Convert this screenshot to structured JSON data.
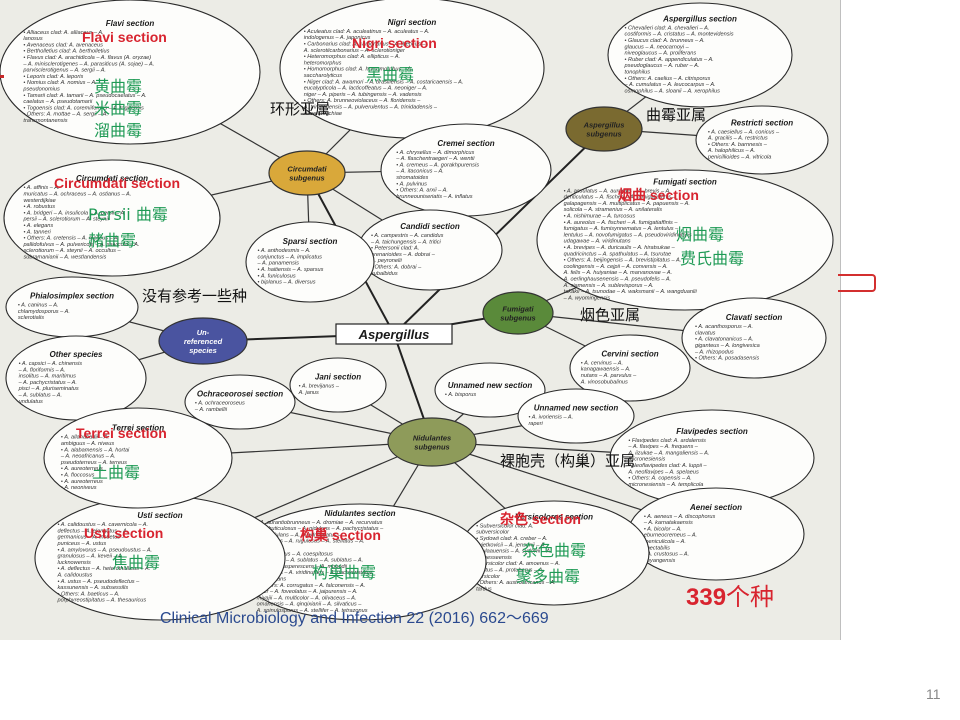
{
  "root": "Aspergillus",
  "hubs": {
    "circumdati": [
      "Circumdati",
      "subgenus"
    ],
    "aspergillus": [
      "Aspergillus",
      "subgenus"
    ],
    "fumigati": [
      "Fumigati",
      "subgenus"
    ],
    "nidulantes": [
      "Nidulantes",
      "subgenus"
    ],
    "unref": [
      "Un-",
      "referenced",
      "species"
    ]
  },
  "sections": {
    "flavi": {
      "title": "Flavi section",
      "lines": [
        "• Alliaceus clad: A. alliaceus – A.",
        "lanosus",
        "• Avenaceus clad: A. avenaceus",
        "• Bertholletius clad: A. bertholletius",
        "• Flavus clad: A. arachidicola – A. flavus (A. oryzae)",
        "– A. minisclerotigenes – A. parasiticus (A. sojae) – A.",
        "parvisclerotigenus – A. sergii – A.",
        "• Leporis clad: A. leporis",
        "• Nomius clad: A. nomius – A.",
        "pseudonomius",
        "• Tamarii clad: A. tamarii – A. pseudocaelatus – A.",
        "caelatus – A. pseudotamarii",
        "• Togoensis clad: A. coremiiformis – A. togoensis",
        "• Others: A. mottae – A. sergii – A.",
        "transmontanensis"
      ]
    },
    "nigri": {
      "title": "Nigri section",
      "lines": [
        "• Aculeatus clad: A. aculeatinus – A. aculeatus – A.",
        "indologenus – A. japonicus",
        "• Carbonarius clad: A. carbonarius – A. ibericus –",
        "A. sclerotiicarbonarius – A. sclerotioniger",
        "• Heteromorphus clad: A. ellipticus – A.",
        "heteromorphus",
        "• Homomorphus clad: A. homomorphus – A.",
        "saccharolyticus",
        "• Niger clad: A. awamori – A. brasiliensis – A. costaricaensis – A.",
        "eucalypticola – A. lacticoffeatus – A. neoniger – A.",
        "niger – A. piperis – A. tubingensis – A. vadensis",
        "• Others: A. brunneoviolaceus – A. floridensis –",
        "A. trinidadensis – A. pulverulentus – A. trinidadensis –",
        "A. welwitschiae"
      ]
    },
    "aspsec": {
      "title": "Aspergillus section",
      "lines": [
        "• Chevalieri clad: A. chevalieri – A.",
        "costiformis – A. cristatus – A. montevidensis",
        "• Glaucus clad: A. brunneus – A.",
        "glaucus – A. neocarnoyi –",
        "niveoglaucus – A. proliferans",
        "• Ruber clad: A. appendiculatus – A.",
        "pseudoglaucus – A. ruber – A.",
        "tonophilus",
        "• Others: A. caelius – A. citrisporus",
        "– A. cumulatus – A. leucocarpus – A.",
        "osmophilus – A. sloanii – A. xerophilus"
      ]
    },
    "restricti": {
      "title": "Restricti section",
      "lines": [
        "• A. caesiellus – A. conicus –",
        "A. gracilis – A. restrictus",
        "• Others: A. barnnesis –",
        "A. halophilicus – A.",
        "penicillioides – A. vitricola"
      ]
    },
    "fumsec": {
      "title": "Fumigati section",
      "lines": [
        "• A. assulatus – A. aureolus – A. brevis – A.",
        "denticulatus – A. fischeri – A. fumigatiaffinis –",
        "galapagensis – A. multiplicatus – A. papuensis – A.",
        "solicola – A. stramenius – A. unilateralis",
        "• A. nishimurae – A. turcosus",
        "• A. aureolus – A. fischeri – A. fumigatiaffinis –",
        "fumigatus – A. fumisynnematus – A. lentulus –",
        "lentulus – A. novofumigatus – A. pseudoviridinutans",
        "udagawae – A. viridinutans",
        "• A. brevipes – A. duricaulis – A. hiratsukae –",
        "quadricinctus – A. spathulatus – A. tsurutae",
        "• Others: A. beijingensis – A. brevistipitatus – A.",
        "coolingensis – A. cejpii – A. conversis – A.",
        "A. felis – A. huiyaniae – A. marvanovae – A.",
        "A. oerlinghausenensis – A. pseudofelis – A.",
        "A. siamensis – A. sublevisporus – A.",
        "takakii – A. tsunodae – A. waksmanii – A. wangduanlii",
        "– A. wyomingensis"
      ]
    },
    "clavati": {
      "title": "Clavati section",
      "lines": [
        "• A. acanthosporus – A.",
        "clavatus",
        "• A. clavatonanicus – A.",
        "giganteus – A. longivesica",
        "– A. rhizopodus",
        "• Others: A. posadasensis"
      ]
    },
    "cervini": {
      "title": "Cervini section",
      "lines": [
        "• A. cervinus – A.",
        "kanagawaensis – A.",
        "nutans – A. parvulus –",
        "A. vinosobubalinus"
      ]
    },
    "unnamed1": {
      "title": "Unnamed new section",
      "lines": [
        "• A. bisporus"
      ]
    },
    "unnamed2": {
      "title": "Unnamed new section",
      "lines": [
        "• A. ivoriensis – A.",
        "raperi"
      ]
    },
    "flavipedes": {
      "title": "Flavipedes section",
      "lines": [
        "• Flavipedes clad: A. ardalensis",
        "– A. flavipes – A. frequens –",
        "A. iizukae – A. mangaliensis – A.",
        "micronesiensis",
        "• Neoflavipedes clad: A. luppii –",
        "A. neoflavipes – A. spelaeus",
        "• Others: A. copensis – A.",
        "micronesiensis – A. templicola"
      ]
    },
    "aenei": {
      "title": "Aenei section",
      "lines": [
        "• A. aeneus – A. discophorus",
        "– A. karnatakaensis",
        "• A. bicolor – A.",
        "eburneocremeus – A.",
        "foeniculicola – A.",
        "spectabilis",
        "• A. crustosus – A.",
        "heyangensis"
      ]
    },
    "versicolores": {
      "title": "Versicolores section",
      "lines": [
        "• Subversicolor clad: A.",
        "subversicolor",
        "• Sydowii clad: A. creber – A.",
        "cvjetkovicii – A. jensenii – A.",
        "puulaauensis – A. sydowii – A.",
        "tennesseensis",
        "• Versicolor clad: A. amoenus – A.",
        "fructus – A. protuberus – A.",
        "versicolor",
        "• Others: A. austroafricanus – A.",
        "tardus"
      ]
    },
    "nidsec": {
      "title": "Nidulantes section",
      "lines": [
        "• A. aurantiobrunneus – A. dromiae – A. recurvatus",
        "– A. fruticulosus – A. nidulans – A. pachycristatus –",
        "– A. nidulans – A. quadrilineatus –",
        "recurvatus – A. rugulosus – A. stellatus – A.",
        "violaceus",
        "• A. astellatus – A. coespitosus",
        "– A. unguis – A. sublatus – A. sublatus – A.",
        "ustus – A. asperescens – A. monodii",
        "aureolatus – A. viridinutans – A. pachycristatus",
        "– A. varians",
        "• Others: A. corrugatus – A. falconensis – A.",
        "filifer – A. foveolatus – A. jaipurensis – A.",
        "miyajii – A. multicolor – A. olivaceus – A.",
        "omanensis – A. qinqixianii – A. silvaticus –",
        "A. spinulosporus – A. stellifer – A. tetrazonus"
      ]
    },
    "usti": {
      "title": "Usti section",
      "lines": [
        "• A. calidoustus – A. cavernicola – A.",
        "deflectus – A. elongatus – A.",
        "germanicus – A. insuetus –",
        "puniceus – A. ustus",
        "• A. amylovorus – A. pseudoustus – A.",
        "granulosus – A. keveii – A.",
        "lucknowensis",
        "• A. deflectus – A. heterothallicus – A.",
        "A. calidoustus",
        "• A. ustus – A. pseudodeflectus –",
        "kassunensis – A. subsessilis",
        "• Others: A. baeticus – A.",
        "porphyreostipitatus – A. thesauricus"
      ]
    },
    "terrei": {
      "title": "Terrei section",
      "lines": [
        "• A. allahabadii – A.",
        "ambiguus – A. niveus",
        "• A. alabamensis – A. hortai",
        "– A. neoafricanus – A.",
        "pseudoterreus – A. terreus",
        "• A. aureoterreus",
        "• A. floccosus",
        "• A. aureoterreus",
        "• A. neoniveus"
      ]
    },
    "ochra": {
      "title": "Ochraceorosei section",
      "lines": [
        "• A. ochraceoroseus",
        "– A. rambellii"
      ]
    },
    "jani": {
      "title": "Jani section",
      "lines": [
        "• A. brevijanus –",
        "A. janus"
      ]
    },
    "other": {
      "title": "Other species",
      "lines": [
        "• A. capsici – A. chinensis",
        "– A. floriformis – A.",
        "insolitus – A. maritimus",
        "– A. pachycristatus – A.",
        "pisci – A. pluriseminatus",
        "– A. sublatus – A.",
        "undulatus"
      ]
    },
    "philo": {
      "title": "Phialosimplex section",
      "lines": [
        "• A. caninus – A.",
        "chlamydosporus – A.",
        "sclerotialis"
      ]
    },
    "circsec": {
      "title": "Circumdati section",
      "lines": [
        "• A. affinis – A.",
        "muricatus – A. ochraceus – A. ostianus – A.",
        "westerdijkiae",
        "• A. robustus",
        "• A. bridgeri – A. insulicola – A. persii – A.",
        "persii – A. sclerotiorum – A. steynii",
        "• A. elegans",
        "• A. tanneri",
        "• Others: A. cretensis – A. melleus – A.",
        "pallidofulvus – A. pulvericola – A. salvicola – A.",
        "sclerotiorum – A. steynii – A. occultus –",
        "subramanianii – A. westlandensis"
      ]
    },
    "cremei": {
      "title": "Cremei section",
      "lines": [
        "• A. chrysellus – A. dimorphicus",
        "– A. flaschentraegeri – A. wentii",
        "• A. cremeus – A. gorakhpurensis",
        "– A. itaconicus – A.",
        "stromatoides",
        "• A. pulvinus",
        "• Others: A. arxii – A.",
        "brunneouniseriatis – A. inflatus"
      ]
    },
    "candidi": {
      "title": "Candidi section",
      "lines": [
        "• A. campestris – A. candidus",
        "– A. taichungensis – A. tritici",
        "• Petersonii clad: A.",
        "arenarioides – A. dobrai –",
        "A. peyronelii",
        "• Others: A. dobrai –",
        "subalbidus"
      ]
    },
    "sparsi": {
      "title": "Sparsi section",
      "lines": [
        "• A. anthodesmis – A.",
        "conjunctus – A. implicatus",
        "– A. panamensis",
        "• A. haitiensis – A. sparsus",
        "• A. funiculosus",
        "• biplanus – A. diversus"
      ]
    }
  },
  "annotations_red": {
    "flavi": "Flavi section",
    "nigri": "Nigri section",
    "circumdati": "Circumdati section",
    "fumigati": "烟曲 section",
    "terrei": "Terrei section",
    "usti": "Usti section",
    "nidulantes": "构巢 section",
    "versicolores": "杂色 section"
  },
  "annotations_cn": {
    "flavi_1": "黄曲霉",
    "flavi_2": "米曲霉",
    "flavi_3": "溜曲霉",
    "nigri": "黑曲霉",
    "persii": "Persii 曲霉",
    "ochra": "赭曲霉",
    "fum_1": "烟曲霉",
    "fum_2": "费氏曲霉",
    "terrei": "土曲霉",
    "usti": "焦曲霉",
    "nid": "构巢曲霉",
    "vers_1": "杂色曲霉",
    "vers_2": "聚多曲霉"
  },
  "annotations_black": {
    "circumdati": "环形亚属",
    "aspergillus": "曲霉亚属",
    "fumigati": "烟色亚属",
    "unref": "没有参考一些种",
    "nidulantes": "裸胞壳（构巢）亚属"
  },
  "citation": "Clinical Microbiology and Infection 22 (2016) 662～669",
  "species_count": {
    "number": "339",
    "unit": "个种"
  },
  "page_number": "11",
  "colors": {
    "annotation_red": "#d8242f",
    "annotation_green": "#1f9a55",
    "citation_blue": "#2b4a8f",
    "hub_gold": "#d9a83a",
    "hub_green": "#5a8a3a",
    "hub_brown": "#7a6a30",
    "hub_olive": "#8e9b5a",
    "hub_navy": "#4a54a0"
  }
}
